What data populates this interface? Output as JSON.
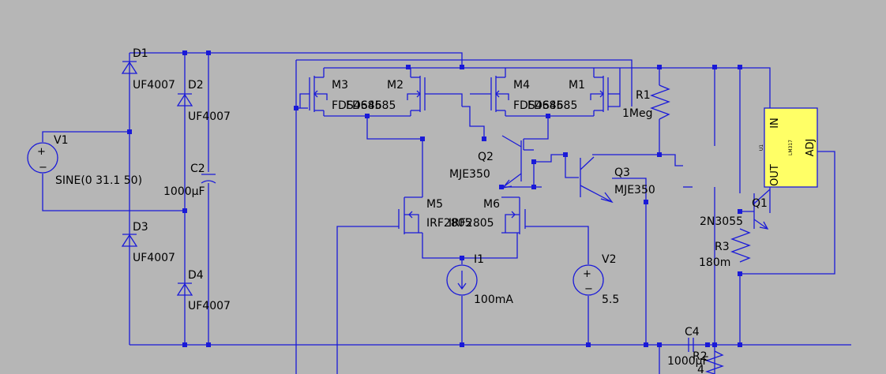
{
  "components": {
    "D1": {
      "ref": "D1",
      "model": "UF4007"
    },
    "D2": {
      "ref": "D2",
      "model": "UF4007"
    },
    "D3": {
      "ref": "D3",
      "model": "UF4007"
    },
    "D4": {
      "ref": "D4",
      "model": "UF4007"
    },
    "V1": {
      "ref": "V1",
      "value": "SINE(0 31.1 50)"
    },
    "C2": {
      "ref": "C2",
      "value": "1000µF"
    },
    "M3": {
      "ref": "M3",
      "model": "FDS4685"
    },
    "M2": {
      "ref": "M2",
      "model": "FDS4685"
    },
    "M4": {
      "ref": "M4",
      "model": "FDS4685"
    },
    "M1": {
      "ref": "M1",
      "model": "FDS4685"
    },
    "R1": {
      "ref": "R1",
      "value": "1Meg"
    },
    "Q2": {
      "ref": "Q2",
      "model": "MJE350"
    },
    "Q3": {
      "ref": "Q3",
      "model": "MJE350"
    },
    "M5": {
      "ref": "M5",
      "model": "IRF2805"
    },
    "M6": {
      "ref": "M6",
      "model": "IRF2805"
    },
    "I1": {
      "ref": "I1",
      "value": "100mA"
    },
    "V2": {
      "ref": "V2",
      "value": "5.5"
    },
    "Q1": {
      "ref": "Q1",
      "model": "2N3055"
    },
    "R3": {
      "ref": "R3",
      "value": "180m"
    },
    "C4": {
      "ref": "C4",
      "value": "1000µF"
    },
    "R2": {
      "ref": "R2",
      "value": "4"
    },
    "U1": {
      "ref": "U1",
      "model": "LM317",
      "pin_in": "IN",
      "pin_out": "OUT",
      "pin_adj": "ADJ"
    }
  }
}
